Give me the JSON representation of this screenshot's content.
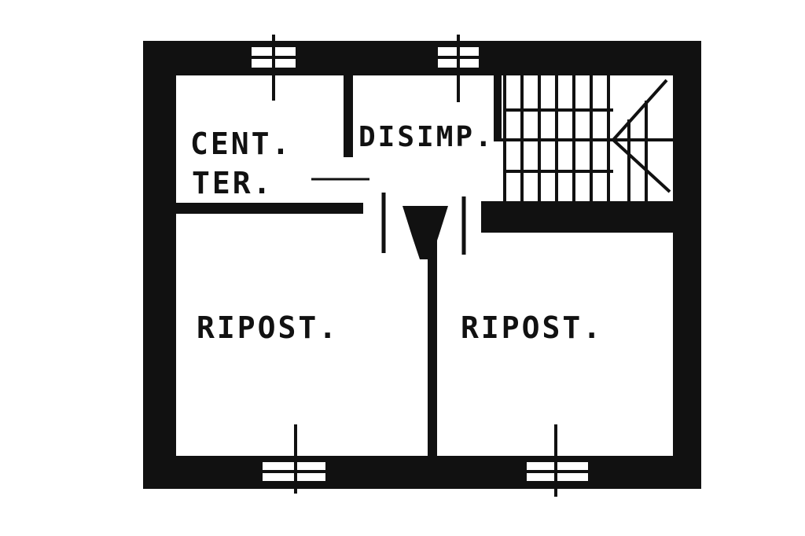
{
  "plan": {
    "rooms": [
      {
        "id": "centrale-termica",
        "lines": [
          "CENT.",
          "TER."
        ]
      },
      {
        "id": "disimpegno",
        "lines": [
          "DISIMP."
        ]
      },
      {
        "id": "ripostiglio-left",
        "lines": [
          "RIPOST."
        ]
      },
      {
        "id": "ripostiglio-right",
        "lines": [
          "RIPOST."
        ]
      }
    ],
    "colors": {
      "wall": "#111111",
      "background": "#ffffff"
    }
  }
}
